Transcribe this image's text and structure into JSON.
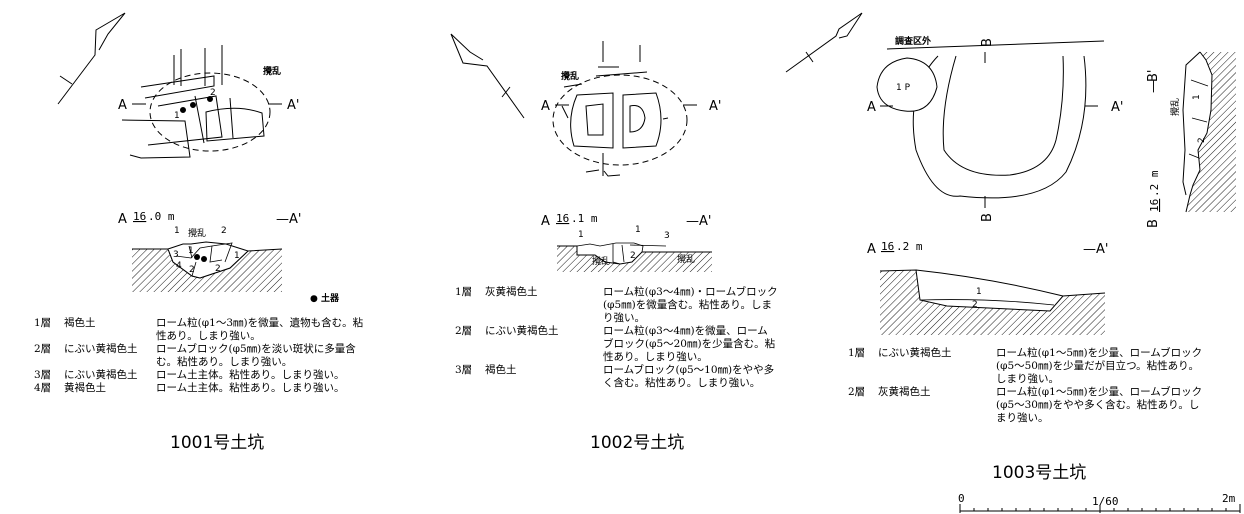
{
  "common": {
    "point_a": "A",
    "point_a_prime": "A'",
    "dash": "—"
  },
  "pit1001": {
    "title": "1001号土坑",
    "disturbance": "攪乱",
    "pt1": "1",
    "pt2": "2",
    "elevation_num": "16",
    "elevation_rest": ".0 m",
    "sec_1a": "1",
    "sec_2": "2",
    "sec_3": "3",
    "sec_1b": "1",
    "sec_4": "4",
    "sec_2b": "2",
    "sec_1c": "1",
    "sec_2c": "2",
    "legend_label": "● 土器",
    "layers": [
      {
        "layer": "1層",
        "soil": "褐色土",
        "text": "ローム粒(φ1〜3㎜)を微量、遺物も含む。粘\n性あり。しまり強い。"
      },
      {
        "layer": "2層",
        "soil": "にぶい黄褐色土",
        "text": "ロームブロック(φ5㎜)を淡い斑状に多量含\nむ。粘性あり。しまり強い。"
      },
      {
        "layer": "3層",
        "soil": "にぶい黄褐色土",
        "text": "ローム土主体。粘性あり。しまり強い。"
      },
      {
        "layer": "4層",
        "soil": "黄褐色土",
        "text": "ローム土主体。粘性あり。しまり強い。"
      }
    ]
  },
  "pit1002": {
    "title": "1002号土坑",
    "disturbance": "攪乱",
    "elevation_num": "16",
    "elevation_rest": ".1 m",
    "sec_1a": "1",
    "sec_1b": "1",
    "sec_3": "3",
    "sec_2": "2",
    "dist_left": "攪乱",
    "dist_right": "攪乱",
    "layers": [
      {
        "layer": "1層",
        "soil": "灰黄褐色土",
        "text": "ローム粒(φ3〜4㎜)・ロームブロック\n(φ5㎜)を微量含む。粘性あり。しま\nり強い。"
      },
      {
        "layer": "2層",
        "soil": "にぶい黄褐色土",
        "text": "ローム粒(φ3〜4㎜)を微量、ローム\nブロック(φ5〜20㎜)を少量含む。粘\n性あり。しまり強い。"
      },
      {
        "layer": "3層",
        "soil": "褐色土",
        "text": "ロームブロック(φ5〜10㎜)をやや多\nく含む。粘性あり。しまり強い。"
      }
    ]
  },
  "pit1003": {
    "title": "1003号土坑",
    "outside_area": "調査区外",
    "pit_1p": "1 P",
    "point_b": "B",
    "point_b_prime": "B'",
    "elevation_num": "16",
    "elevation_rest": ".2 m",
    "b_elev_num": "16",
    "b_elev_rest": ".2 m",
    "disturbance_v": "攪乱",
    "sec_1": "1",
    "sec_2": "2",
    "bsec_1": "1",
    "bsec_2": "2",
    "layers": [
      {
        "layer": "1層",
        "soil": "にぶい黄褐色土",
        "text": "ローム粒(φ1〜5㎜)を少量、ロームブロック\n(φ5〜50㎜)を少量だが目立つ。粘性あり。\nしまり強い。"
      },
      {
        "layer": "2層",
        "soil": "灰黄褐色土",
        "text": "ローム粒(φ1〜5㎜)を少量、ロームブロック\n(φ5〜30㎜)をやや多く含む。粘性あり。し\nまり強い。"
      }
    ]
  },
  "scale": {
    "start": "0",
    "ratio": "1/60",
    "end": "2m"
  }
}
